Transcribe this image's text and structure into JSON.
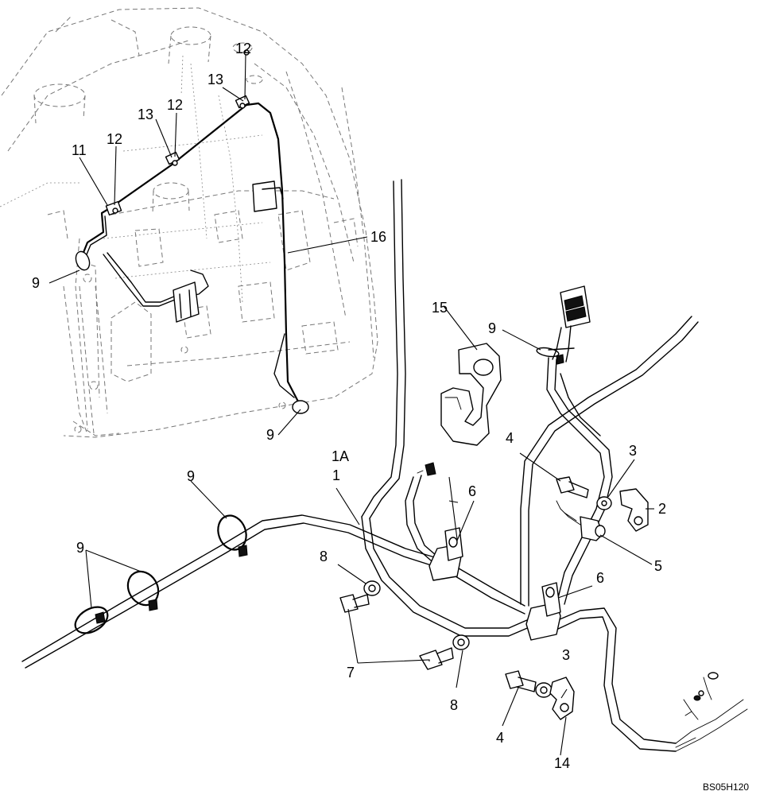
{
  "callouts": {
    "c1": "1",
    "c1a": "1A",
    "c2": "2",
    "c3": "3",
    "c4": "4",
    "c5": "5",
    "c6": "6",
    "c7": "7",
    "c8": "8",
    "c9": "9",
    "c11": "11",
    "c12": "12",
    "c13": "13",
    "c14": "14",
    "c15": "15",
    "c16": "16"
  },
  "figure_code": "BS05H120"
}
